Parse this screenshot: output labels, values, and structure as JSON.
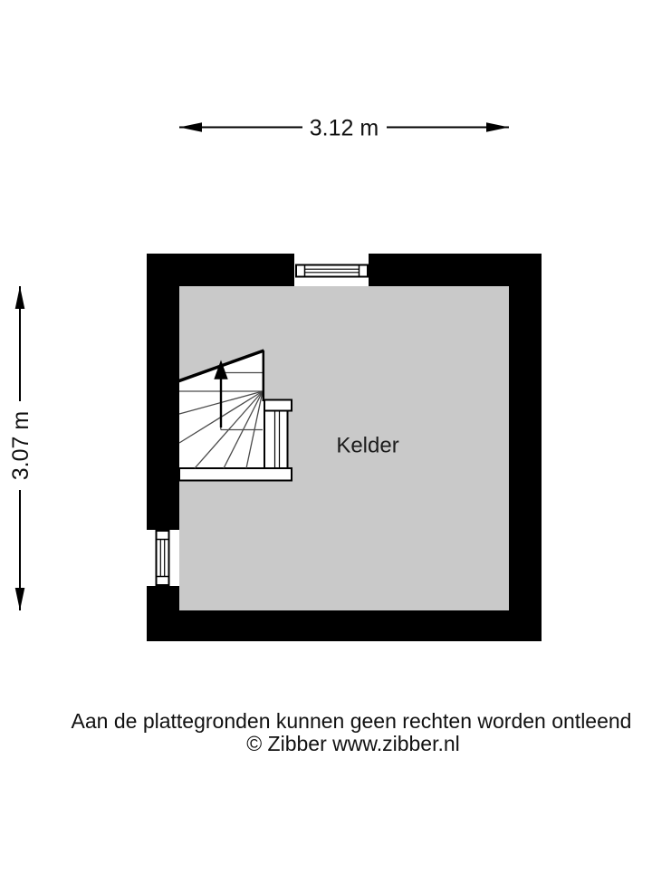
{
  "dimensions": {
    "width_label": "3.12 m",
    "height_label": "3.07 m"
  },
  "room": {
    "label": "Kelder"
  },
  "footer": {
    "disclaimer": "Aan de plattegronden kunnen geen rechten worden ontleend",
    "credit": "© Zibber www.zibber.nl"
  },
  "colors": {
    "wall": "#000000",
    "floor": "#c9c9c9",
    "background": "#ffffff",
    "stair_line": "#4a4a4a",
    "outline": "#000000"
  }
}
